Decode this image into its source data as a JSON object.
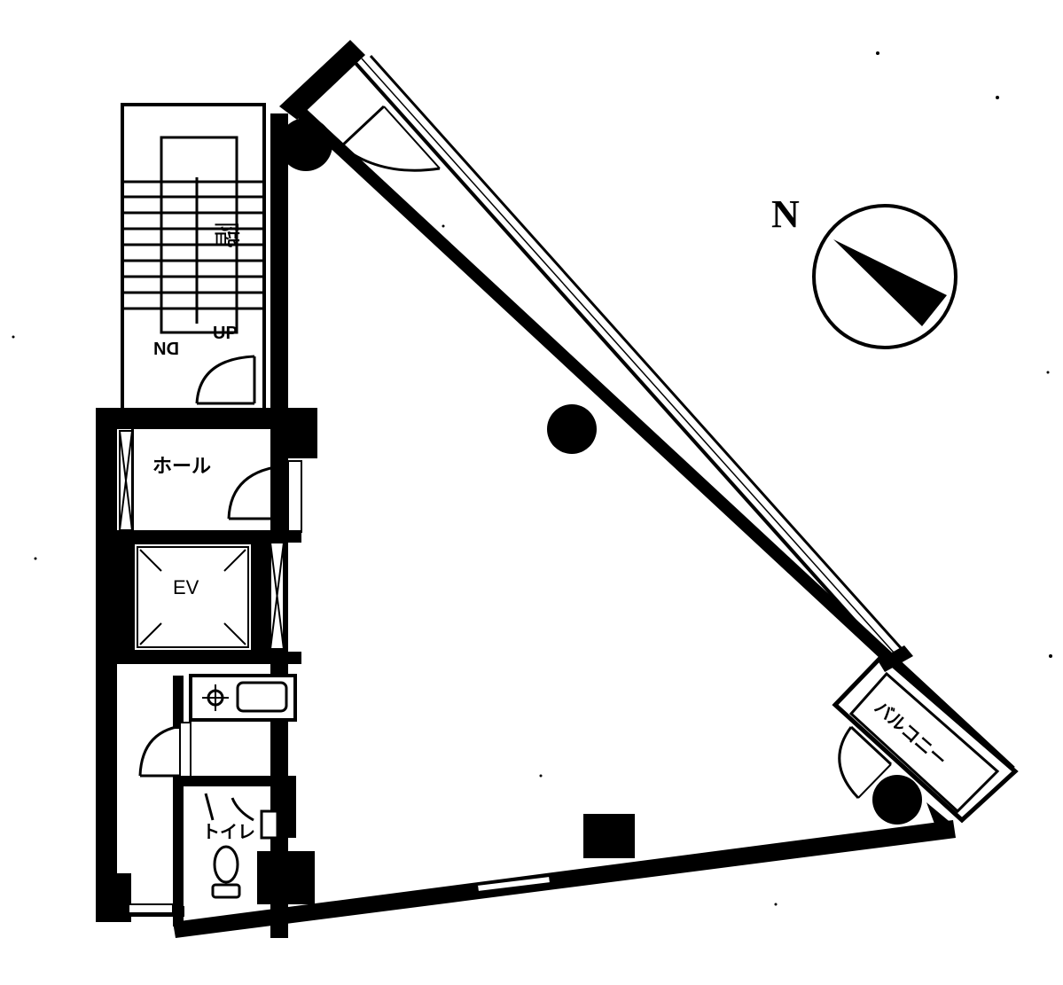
{
  "labels": {
    "stairs": "階",
    "stairs_up": "UP",
    "stairs_down": "DN",
    "hall": "ホール",
    "elevator": "EV",
    "toilet": "トイレ",
    "balcony": "バルコニー",
    "north": "N"
  },
  "compass": {
    "direction": "north-arrow",
    "arrow_color": "#000000"
  },
  "colors": {
    "wall": "#000000",
    "background": "#ffffff"
  }
}
